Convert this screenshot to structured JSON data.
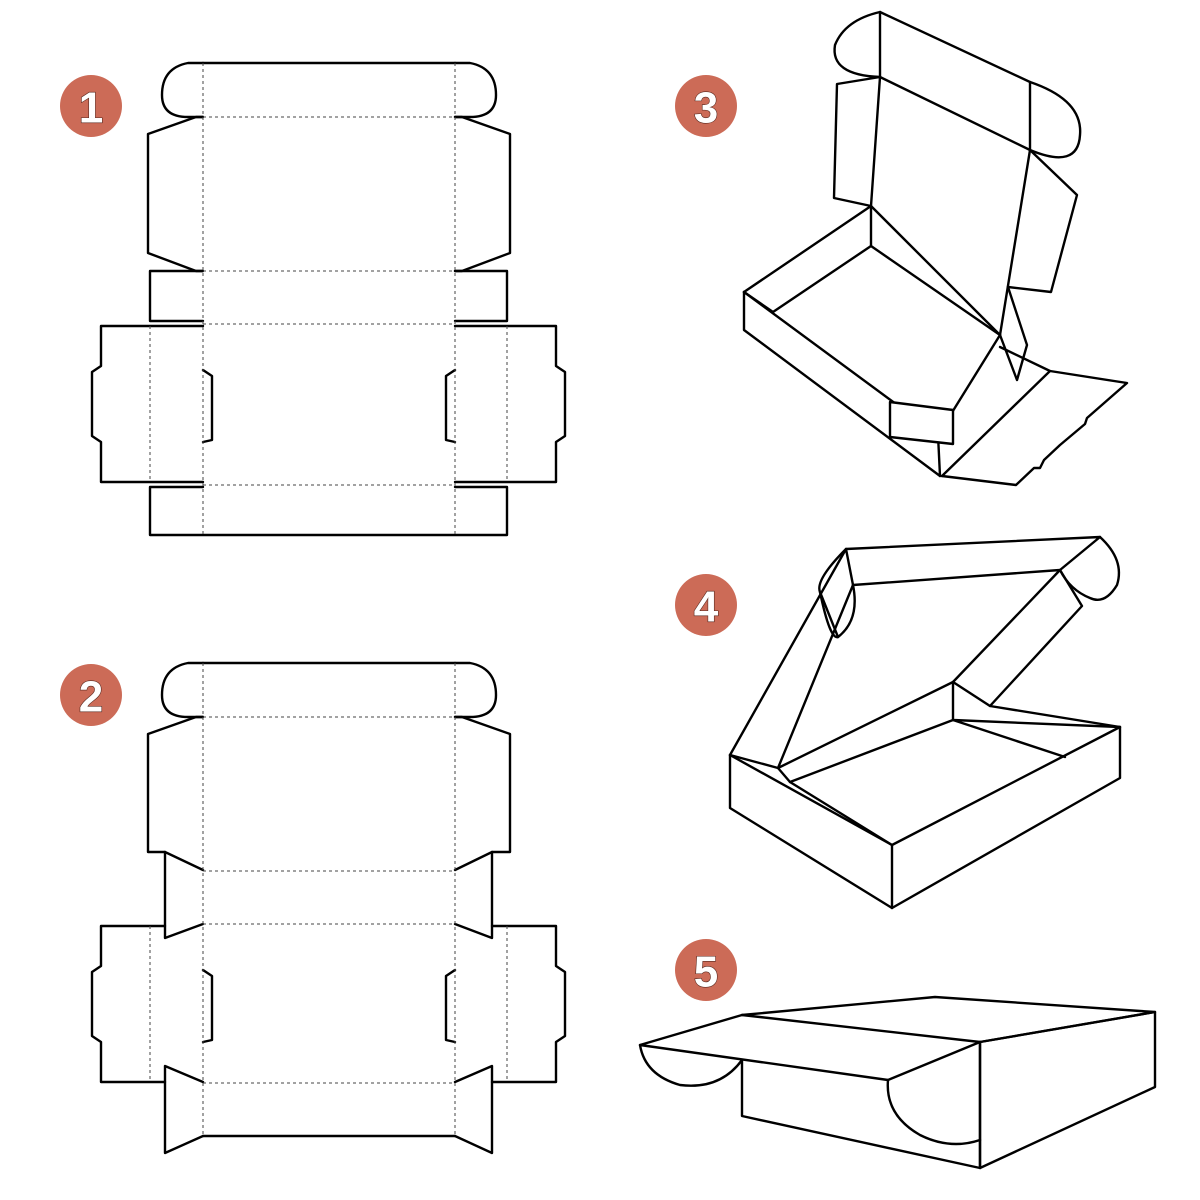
{
  "steps": [
    {
      "label": "1"
    },
    {
      "label": "2"
    },
    {
      "label": "3"
    },
    {
      "label": "4"
    },
    {
      "label": "5"
    }
  ],
  "colors": {
    "badge": "#cc6b57",
    "line": "#000000",
    "background": "#ffffff"
  }
}
